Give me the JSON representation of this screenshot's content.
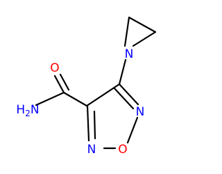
{
  "molecule": {
    "atoms": [
      {
        "id": "n_aziridine",
        "label": "N",
        "color": "#0000ff"
      },
      {
        "id": "o_carbonyl",
        "label": "O",
        "color": "#ff0000"
      },
      {
        "id": "n_amide",
        "label": "H2N",
        "color": "#0000ff"
      },
      {
        "id": "n_ring_right",
        "label": "N",
        "color": "#0000ff"
      },
      {
        "id": "o_ring",
        "label": "O",
        "color": "#ff0000"
      },
      {
        "id": "n_ring_left",
        "label": "N",
        "color": "#0000ff"
      }
    ]
  }
}
